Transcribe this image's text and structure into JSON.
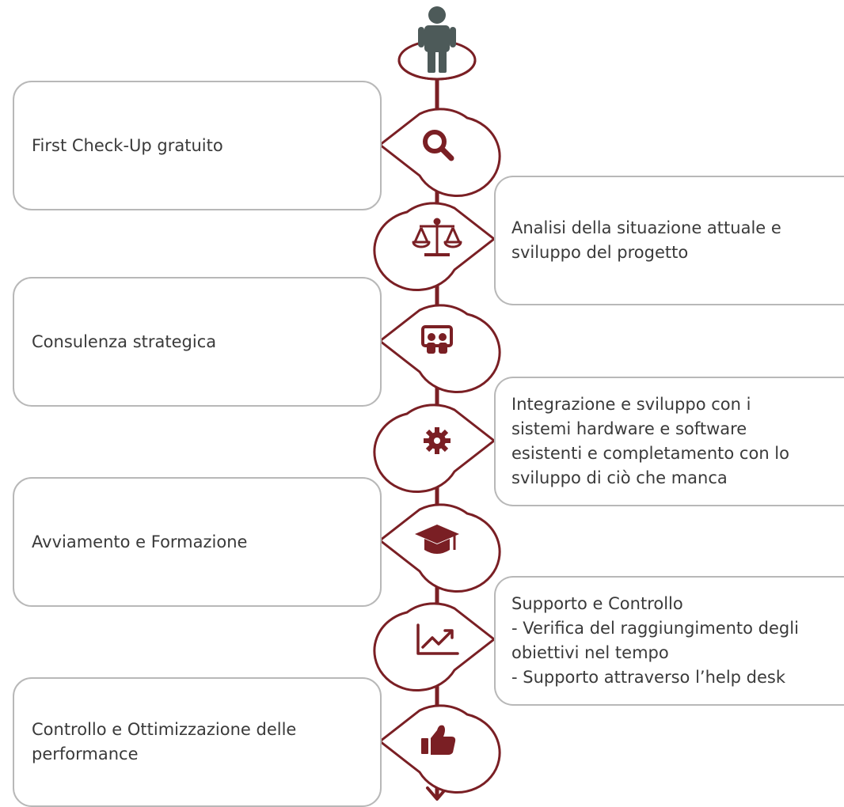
{
  "colors": {
    "line": "#7a1f24",
    "box_border": "#b8b8b8",
    "person": "#4d5a59",
    "text": "#3a3a3a"
  },
  "steps": [
    {
      "text": "First Check-Up gratuito",
      "icon": "search-icon",
      "side": "left"
    },
    {
      "text": "Analisi della situazione attuale e\nsviluppo del progetto",
      "icon": "scale-icon",
      "side": "right"
    },
    {
      "text": "Consulenza strategica",
      "icon": "presentation-icon",
      "side": "left"
    },
    {
      "text": " Integrazione e sviluppo con i\nsistemi hardware e software\nesistenti e completamento con lo\nsviluppo di ciò che manca",
      "icon": "gear-icon",
      "side": "right"
    },
    {
      "text": "Avviamento e Formazione",
      "icon": "graduation-cap-icon",
      "side": "left"
    },
    {
      "text": "Supporto e Controllo\n- Verifica del raggiungimento degli\n  obiettivi nel tempo\n- Supporto attraverso l’help desk",
      "icon": "chart-growth-icon",
      "side": "right"
    },
    {
      "text": "Controllo e Ottimizzazione delle\nperformance",
      "icon": "thumbs-up-icon",
      "side": "left"
    }
  ]
}
